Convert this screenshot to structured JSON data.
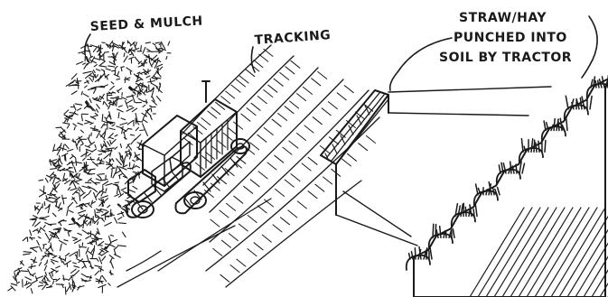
{
  "labels": {
    "seed_mulch": "SEED & MULCH",
    "tracking": "TRACKING",
    "straw_line1": "STRAW/HAY",
    "straw_line2": "PUNCHED INTO",
    "straw_line3": "SOIL BY TRACTOR"
  }
}
